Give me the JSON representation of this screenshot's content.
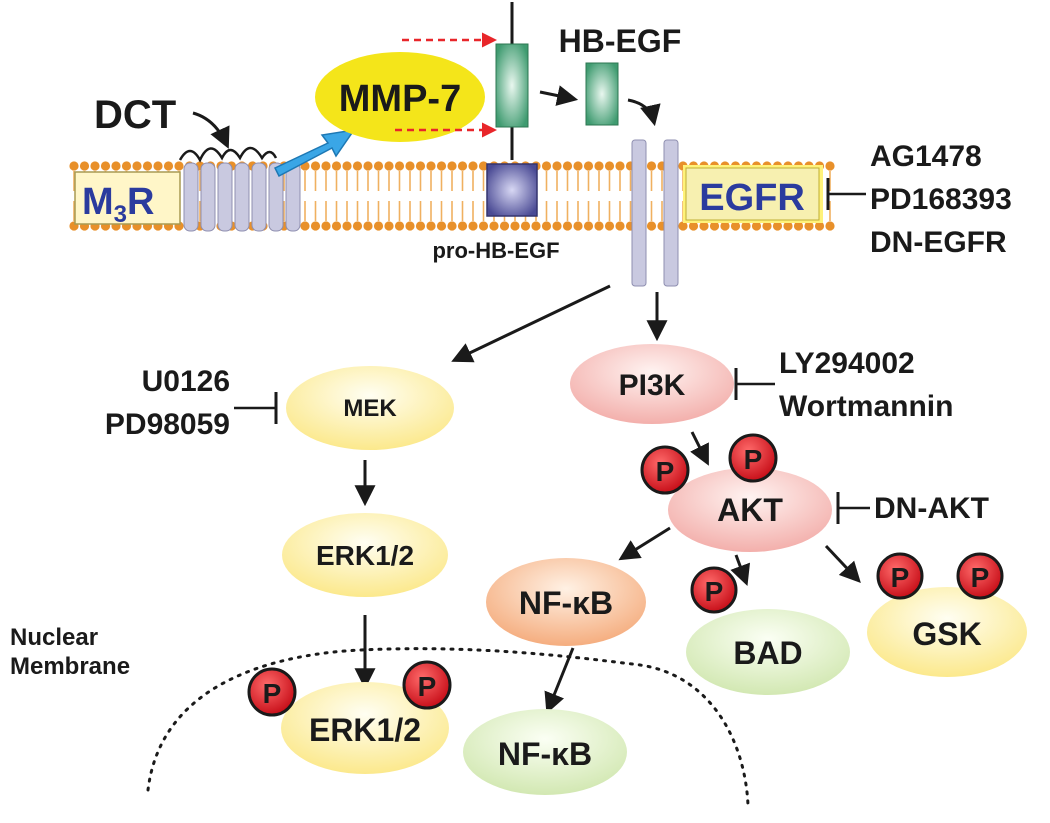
{
  "labels": {
    "dct": "DCT",
    "mmp7": "MMP-7",
    "hb_egf": "HB-EGF",
    "m3r_main": "M",
    "m3r_sub": "3",
    "m3r_end": "R",
    "egfr": "EGFR",
    "pro_hb_egf": "pro-HB-EGF",
    "mek": "MEK",
    "erk_cyto": "ERK1/2",
    "erk_nuclear": "ERK1/2",
    "pi3k": "PI3K",
    "akt": "AKT",
    "nfkb_cyto": "NF-κB",
    "nfkb_nuclear": "NF-κB",
    "bad": "BAD",
    "gsk": "GSK",
    "nuclear_line1": "Nuclear",
    "nuclear_line2": "Membrane",
    "phospho": "P"
  },
  "inhibitors": {
    "egfr": [
      "AG1478",
      "PD168393",
      "DN-EGFR"
    ],
    "mek": [
      "U0126",
      "PD98059"
    ],
    "pi3k": [
      "LY294002",
      "Wortmannin"
    ],
    "akt": [
      "DN-AKT"
    ]
  },
  "colors": {
    "lipid_head": "#e8902a",
    "lipid_tail": "#f0b060",
    "receptor": "#c9c9e0",
    "receptor_edge": "#8f8fb0",
    "mmp7_fill": "#f4e51a",
    "hb_egf_fill": "#3f9b70",
    "pro_box": "#56569e",
    "egfr_text": "#2b3b9e",
    "label_bg": "#fff27a",
    "blue_arrow": "#3aa6e6",
    "red_arrow": "#e8262a",
    "phospho_fill": "#d8161c",
    "yellow_node": "#fff4a6",
    "pink_node": "#f6c8c4",
    "orange_node": "#f7b98c",
    "green_node": "#dff0c6",
    "text": "#1a1a1a"
  }
}
